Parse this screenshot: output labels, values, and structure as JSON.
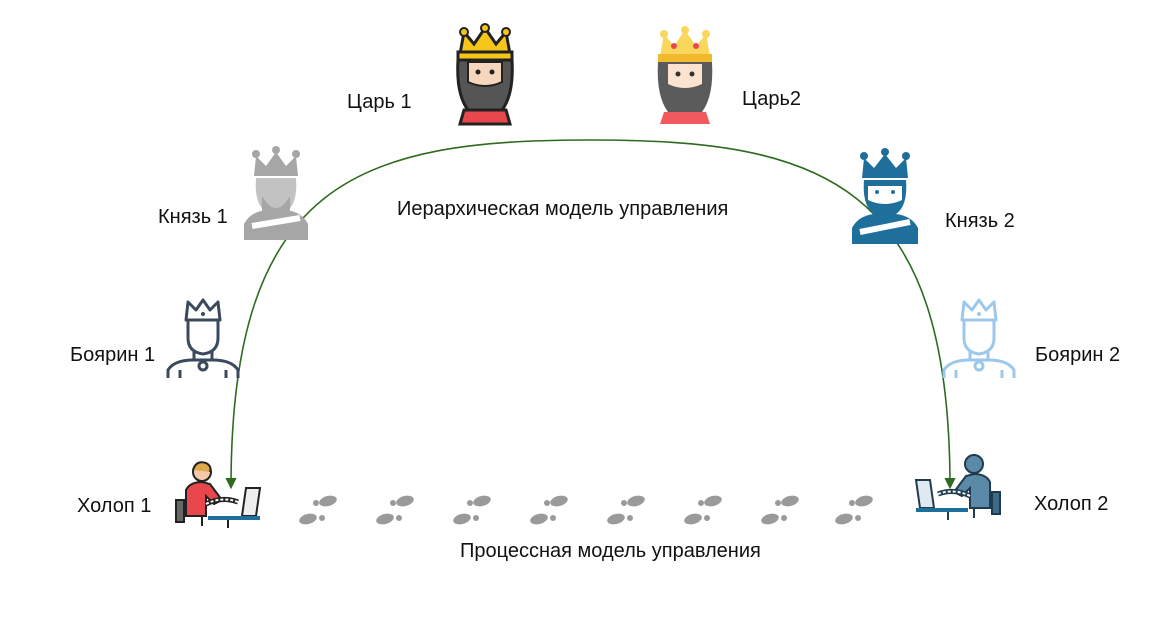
{
  "diagram": {
    "arc_caption": "Иерархическая модель управления",
    "bottom_caption": "Процессная модель управления",
    "arc_color": "#2e6b1f",
    "left_chain": {
      "tsar": "Царь 1",
      "knyaz": "Князь 1",
      "boyar": "Боярин 1",
      "kholop": "Холоп 1"
    },
    "right_chain": {
      "tsar": "Царь2",
      "knyaz": "Князь 2",
      "boyar": "Боярин 2",
      "kholop": "Холоп 2"
    },
    "icons": {
      "tsar_left": "bearded-king-icon",
      "tsar_right": "bearded-king-icon",
      "knyaz_left": "prince-icon",
      "knyaz_right": "prince-icon",
      "boyar_left": "boyar-outline-icon",
      "boyar_right": "boyar-outline-icon",
      "kholop_left": "worker-at-computer-icon",
      "kholop_right": "worker-at-computer-icon",
      "footprints": "footprints-icon"
    },
    "colors": {
      "knyaz_left": "#a6a6a6",
      "knyaz_right": "#1f6f9c",
      "boyar_left": "#3a4a5c",
      "boyar_right": "#9cc8ec",
      "kholop_left": "#e8484d",
      "kholop_right": "#5a8aa8",
      "footprints": "#9a9a9a"
    }
  }
}
